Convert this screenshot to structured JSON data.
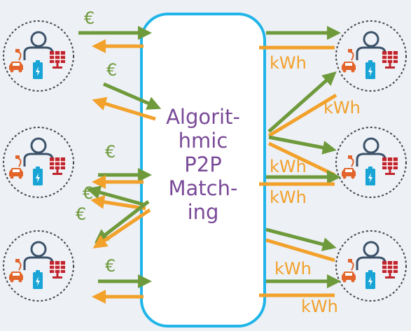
{
  "matcher": {
    "lines": [
      "Algorit-",
      "hmic",
      "P2P",
      "Match-",
      "ing"
    ]
  },
  "labels": {
    "euro": "€",
    "kwh": "kWh"
  },
  "colors": {
    "money_arrow": "#6e9a3c",
    "energy_arrow": "#f2a12b",
    "matcher_border": "#1fb5e8",
    "matcher_text": "#7a4a98",
    "person": "#3b5269",
    "car": "#e2642a",
    "battery": "#19a4d6",
    "solar_panel": "#c0242c",
    "circle_border": "#444444"
  },
  "icons": [
    "person-icon",
    "electric-car-icon",
    "battery-icon",
    "solar-panel-icon"
  ]
}
